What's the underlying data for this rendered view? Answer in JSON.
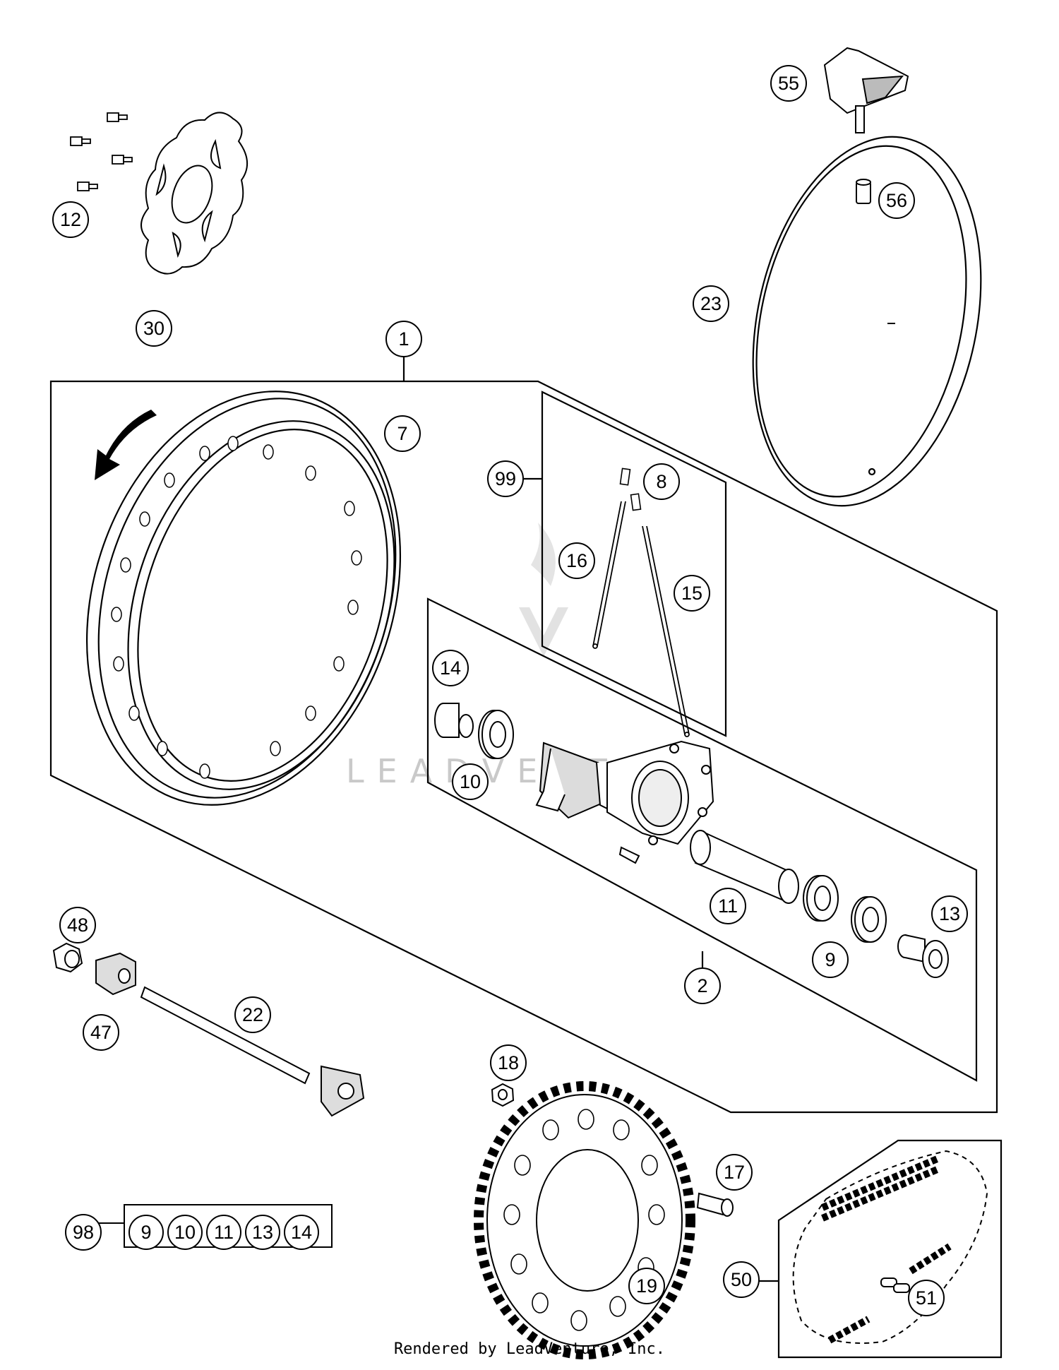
{
  "callouts": [
    {
      "id": "c55",
      "label": "55"
    },
    {
      "id": "c56",
      "label": "56"
    },
    {
      "id": "c12",
      "label": "12"
    },
    {
      "id": "c30",
      "label": "30"
    },
    {
      "id": "c23",
      "label": "23"
    },
    {
      "id": "c1",
      "label": "1"
    },
    {
      "id": "c7",
      "label": "7"
    },
    {
      "id": "c99",
      "label": "99"
    },
    {
      "id": "c8",
      "label": "8"
    },
    {
      "id": "c16",
      "label": "16"
    },
    {
      "id": "c15",
      "label": "15"
    },
    {
      "id": "c14",
      "label": "14"
    },
    {
      "id": "c10",
      "label": "10"
    },
    {
      "id": "c11",
      "label": "11"
    },
    {
      "id": "c13",
      "label": "13"
    },
    {
      "id": "c9",
      "label": "9"
    },
    {
      "id": "c2",
      "label": "2"
    },
    {
      "id": "c48",
      "label": "48"
    },
    {
      "id": "c47",
      "label": "47"
    },
    {
      "id": "c22",
      "label": "22"
    },
    {
      "id": "c18",
      "label": "18"
    },
    {
      "id": "c17",
      "label": "17"
    },
    {
      "id": "c98",
      "label": "98"
    },
    {
      "id": "c19",
      "label": "19"
    },
    {
      "id": "c50",
      "label": "50"
    },
    {
      "id": "c51",
      "label": "51"
    }
  ],
  "kit98": [
    "9",
    "10",
    "11",
    "13",
    "14"
  ],
  "watermark": "LEADVENTURE",
  "footer": "Rendered by LeadVenture, Inc."
}
